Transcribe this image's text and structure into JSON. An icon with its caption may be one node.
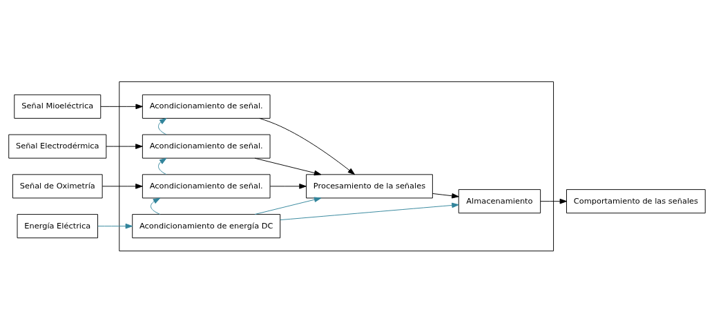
{
  "diagram": {
    "nodes": [
      {
        "text": [],
        "shape": "box"
      },
      {
        "text": [
          "Señal Mioeléctrica"
        ]
      },
      {
        "text": [
          "Señal Electrodérmica"
        ]
      },
      {
        "text": [
          "Señal de Oximetría"
        ]
      },
      {
        "text": [
          "Energía Eléctrica"
        ]
      },
      {
        "text": [
          "Acondicionamiento de señal."
        ],
        "in": 0
      },
      {
        "text": [
          "Acondicionamiento de señal."
        ],
        "in": 0
      },
      {
        "text": [
          "Acondicionamiento de señal."
        ],
        "in": 0
      },
      {
        "text": [
          "Procesamiento de la señales"
        ],
        "in": 0
      },
      {
        "text": [
          "Almacenamiento"
        ],
        "in": 0
      },
      {
        "text": [
          "Acondicionamiento de energía DC"
        ],
        "in": 0
      },
      {
        "text": [
          "Comportamiento de las señales"
        ]
      }
    ],
    "edges": [
      {
        "from": 1,
        "to": 5,
        "arrow": "to"
      },
      {
        "from": 2,
        "to": 6,
        "arrow": "to"
      },
      {
        "from": 3,
        "to": 7,
        "arrow": "to"
      },
      {
        "from": 4,
        "to": 10,
        "arrow": "to",
        "color": "#31849b"
      },
      {
        "from": 7,
        "to": 6,
        "arrow": "to",
        "color": "#31849b"
      },
      {
        "from": 6,
        "to": 5,
        "arrow": "to",
        "color": "#31849b"
      },
      {
        "from": 10,
        "to": 7,
        "arrow": "to",
        "color": "#31849b"
      },
      {
        "from": 5,
        "to": 8,
        "arrow": "to"
      },
      {
        "from": 6,
        "to": 8,
        "arrow": "to"
      },
      {
        "from": 7,
        "to": 8,
        "arrow": "to"
      },
      {
        "from": 10,
        "to": 8,
        "arrow": "to",
        "color": "#31849b"
      },
      {
        "from": 10,
        "to": 9,
        "arrow": "to",
        "color": "#31849b"
      },
      {
        "from": 8,
        "to": 9,
        "arrow": "to"
      },
      {
        "from": 9,
        "to": 11,
        "arrow": "to"
      }
    ]
  }
}
